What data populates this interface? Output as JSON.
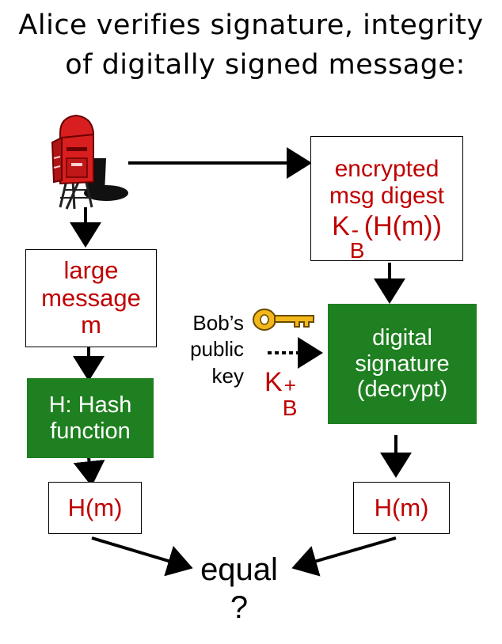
{
  "title": {
    "line1": "Alice verifies signature, integrity",
    "line2": "of digitally signed message:"
  },
  "boxes": {
    "large_message": [
      "large",
      "message",
      "m"
    ],
    "encrypted_digest": [
      "encrypted",
      "msg digest"
    ],
    "encrypted_formula": {
      "k": "K",
      "sub": "B",
      "sup": "-",
      "rest": "(H(m))"
    },
    "hash_function": [
      "H: Hash",
      "function"
    ],
    "digital_signature": [
      "digital",
      "signature",
      "(decrypt)"
    ],
    "hash_left": "H(m)",
    "hash_right": "H(m)"
  },
  "public_key": {
    "label": [
      "Bob’s",
      "public",
      "key"
    ],
    "formula": {
      "k": "K",
      "sub": "B",
      "sup": "+"
    }
  },
  "result": {
    "line1": "equal",
    "line2": "?"
  },
  "icons": {
    "mailbox": "mailbox-icon",
    "key": "key-icon"
  },
  "colors": {
    "red_text": "#c00000",
    "green_box": "#1e8020",
    "key_gold": "#f2b81a",
    "mailbox_red": "#d81e1e"
  }
}
